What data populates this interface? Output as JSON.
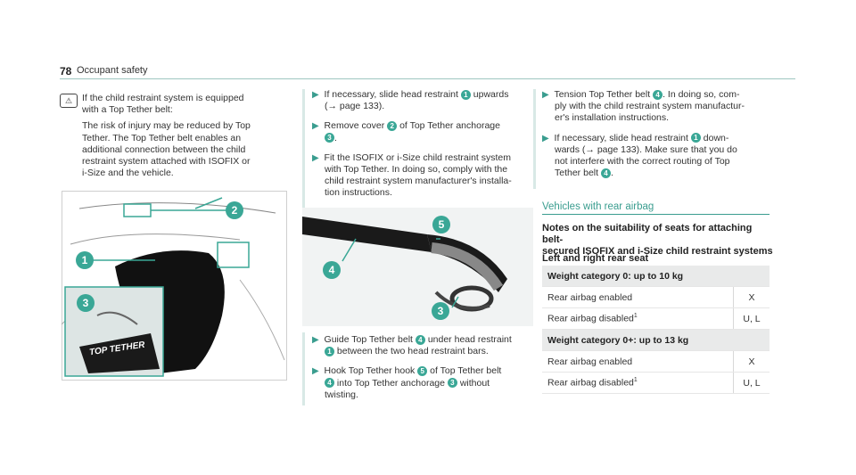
{
  "header": {
    "page_number": "78",
    "section": "Occupant safety"
  },
  "col1": {
    "note_line1": "If the child restraint system is equipped",
    "note_line2": "with a Top Tether belt:",
    "note_body1": "The risk of injury may be reduced by Top",
    "note_body2": "Tether. The Top Tether belt enables an",
    "note_body3": "additional connection between the child",
    "note_body4": "restraint system attached with ISOFIX or",
    "note_body5": "i-Size and the vehicle.",
    "fig_label": "TOP TETHER",
    "callouts": [
      "1",
      "2",
      "3"
    ]
  },
  "col2": {
    "steps_top": [
      {
        "lines": [
          "If necessary, slide head restraint",
          "(→ page 133)."
        ],
        "badges": [
          "1"
        ],
        "extra": "upwards"
      },
      {
        "lines": [
          "Remove cover",
          "of Top Tether anchorage",
          "."
        ],
        "badges": [
          "2",
          "3"
        ]
      },
      {
        "lines": [
          "Fit the ISOFIX or i-Size child restraint system",
          "with Top Tether. In doing so, comply with the",
          "child restraint system manufacturer's installa-",
          "tion instructions."
        ]
      }
    ],
    "fig_callouts": [
      "5",
      "4",
      "3"
    ],
    "steps_bottom": [
      {
        "lines": [
          "Guide Top Tether belt",
          "under head restraint",
          "between the two head restraint bars."
        ],
        "badges": [
          "4",
          "1"
        ]
      },
      {
        "lines": [
          "Hook Top Tether hook",
          "of Top Tether belt",
          "into Top Tether anchorage",
          "without",
          "twisting."
        ],
        "badges": [
          "5",
          "4",
          "3"
        ]
      }
    ]
  },
  "col3": {
    "step1": {
      "lines": [
        "Tension Top Tether belt",
        ". In doing so, com-",
        "ply with the child restraint system manufactur-",
        "er's installation instructions."
      ],
      "badge": "4"
    },
    "step2": {
      "lines": [
        "If necessary, slide head restraint",
        "down-",
        "wards (→ page 133). Make sure that you do",
        "not interfere with the correct routing of Top",
        "Tether belt",
        "."
      ],
      "badges": [
        "1",
        "4"
      ]
    },
    "section_title": "Vehicles with rear airbag",
    "sub1_line1": "Notes on the suitability of seats for attaching belt-",
    "sub1_line2": "secured ISOFIX and i-Size child restraint systems",
    "sub2": "Left and right rear seat",
    "table": [
      {
        "header": "Weight category 0: up to 10 kg",
        "rows": [
          [
            "Rear airbag enabled",
            "",
            "X"
          ],
          [
            "Rear airbag disabled",
            "1",
            "U, L"
          ]
        ]
      },
      {
        "header": "Weight category 0+: up to 13 kg",
        "rows": [
          [
            "Rear airbag enabled",
            "",
            "X"
          ],
          [
            "Rear airbag disabled",
            "1",
            "U, L"
          ]
        ]
      }
    ]
  }
}
